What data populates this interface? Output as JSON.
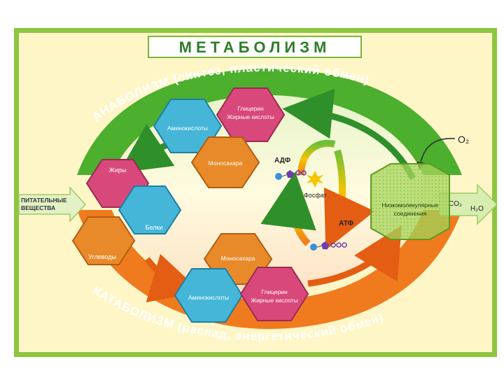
{
  "title": "МЕТАБОЛИЗМ",
  "anabolism_label": "АНАБОЛИЗМ (синтез, пластический обмен)",
  "catabolism_label": "КАТАБОЛИЗМ (распад, энергетический обмен)",
  "input_label": [
    "ПИТАТЕЛЬНЫЕ",
    "ВЕЩЕСТВА"
  ],
  "output": {
    "co2": "CO₂",
    "h2o": "H₂O"
  },
  "oxygen": "O₂",
  "center_compound": [
    "Низкомолекулярные",
    "соединения"
  ],
  "energy": {
    "adp": "АДФ",
    "atp": "АТФ",
    "phosphate": "Фосфат"
  },
  "left_hexes": {
    "fats": "Жиры",
    "proteins": "Белки",
    "carbs": "Углеводы"
  },
  "anabolic_hexes": {
    "amino": "Аминокислоты",
    "glycerol": [
      "Глицерин",
      "Жирные кислоты"
    ],
    "mono": "Моносахара"
  },
  "catabolic_hexes": {
    "mono": "Моносахара",
    "amino": "Аминокислоты",
    "glycerol": [
      "Глицерин",
      "Жирные кислоты"
    ]
  },
  "colors": {
    "frame": "#8dc63f",
    "background": "#fff6c8",
    "anabolism_band": "#4caf2e",
    "catabolism_band": "#f07a1e",
    "hex_pink": "#d9487a",
    "hex_blue": "#46b6d8",
    "hex_orange": "#e88a2a",
    "hex_green": "#7fbf3a"
  }
}
